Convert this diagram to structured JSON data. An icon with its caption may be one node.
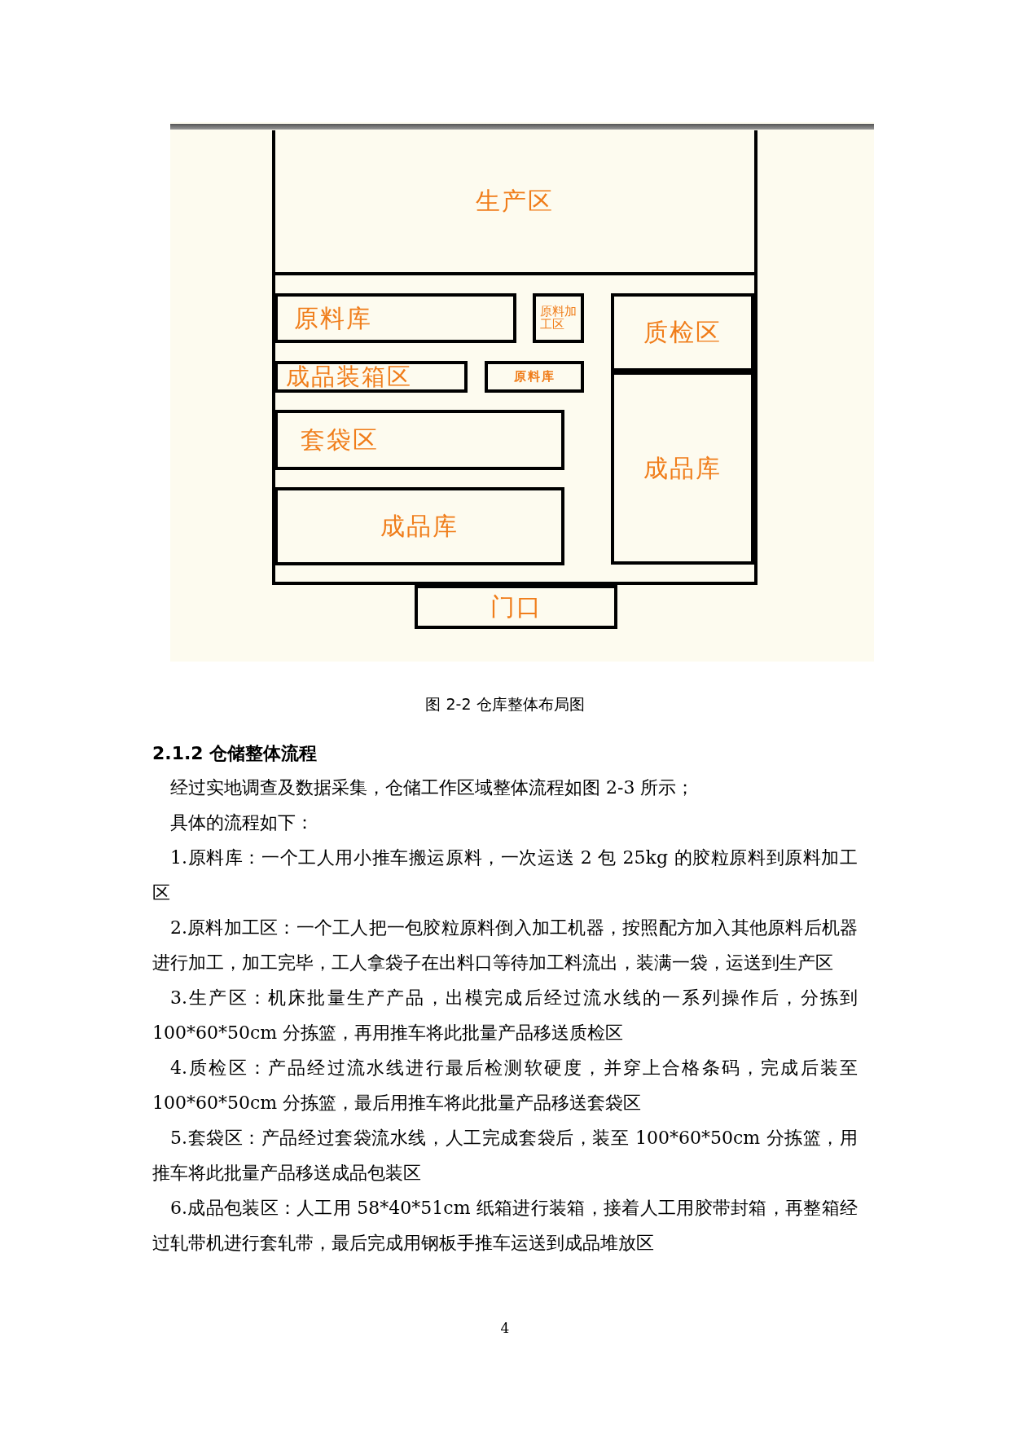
{
  "diagram": {
    "caption": "图 2-2 仓库整体布局图",
    "nodes": [
      {
        "text": [],
        "shape": "box"
      },
      {
        "text": [
          "生产区"
        ],
        "in": 0
      },
      {
        "text": [
          "原料库"
        ],
        "in": 0
      },
      {
        "text": [
          "原料加工区"
        ],
        "in": 0
      },
      {
        "text": [
          "质检区"
        ],
        "in": 0
      },
      {
        "text": [
          "成品装箱区"
        ],
        "in": 0
      },
      {
        "text": [
          "原料库"
        ],
        "in": 0
      },
      {
        "text": [
          "套袋区"
        ],
        "in": 0
      },
      {
        "text": [
          "成品库"
        ],
        "in": 0
      },
      {
        "text": [
          "成品库"
        ],
        "in": 0
      },
      {
        "text": [
          "门口"
        ]
      }
    ],
    "labels": [
      "2.1.2 仓储整体流程",
      "经过实地调查及数据采集，仓储工作区域整体流程如图 2-3 所示；",
      "具体的流程如下：",
      "1.原料库：一个工人用小推车搬运原料，一次运送 2 包 25kg 的胶粒原料到原料加工区",
      "2.原料加工区：一个工人把一包胶粒原料倒入加工机器，按照配方加入其他原料后机器进行加工，加工完毕，工人拿袋子在出料口等待加工料流出，装满一袋，运送到生产区",
      "3.生产区：机床批量生产产品，出模完成后经过流水线的一系列操作后，分拣到 100*60*50cm 分拣篮，再用推车将此批量产品移送质检区",
      "4.质检区：产品经过流水线进行最后检测软硬度，并穿上合格条码，完成后装至 100*60*50cm 分拣篮，最后用推车将此批量产品移送套袋区",
      "5.套袋区：产品经过套袋流水线，人工完成套袋后，装至 100*60*50cm 分拣篮，用推车将此批量产品移送成品包装区",
      "6.成品包装区：人工用 58*40*51cm 纸箱进行装箱，接着人工用胶带封箱，再整箱经过轧带机进行套轧带，最后完成用钢板手推车运送到成品堆放区",
      "4"
    ]
  }
}
